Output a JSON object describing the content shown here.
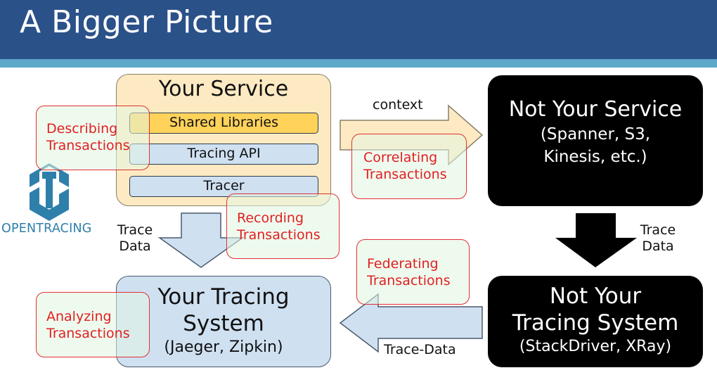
{
  "slide": {
    "title": "A Bigger Picture"
  },
  "your_service": {
    "title": "Your Service",
    "layers": [
      "Shared Libraries",
      "Tracing API",
      "Tracer"
    ]
  },
  "not_your_service": {
    "line1": "Not Your Service",
    "line2": "(Spanner, S3,",
    "line3": "Kinesis, etc.)"
  },
  "your_tracing_system": {
    "line1": "Your Tracing",
    "line2": "System",
    "line3": "(Jaeger, Zipkin)"
  },
  "not_your_tracing_system": {
    "line1": "Not Your",
    "line2": "Tracing System",
    "line3": "(StackDriver, XRay)"
  },
  "labels": {
    "context": "context",
    "trace_data_left_1": "Trace",
    "trace_data_left_2": "Data",
    "trace_data_right_1": "Trace",
    "trace_data_right_2": "Data",
    "trace_data_bottom": "Trace-Data"
  },
  "annotations": {
    "describing": [
      "Describing",
      "Transactions"
    ],
    "correlating": [
      "Correlating",
      "Transactions"
    ],
    "recording": [
      "Recording",
      "Transactions"
    ],
    "federating": [
      "Federating",
      "Transactions"
    ],
    "analyzing": [
      "Analyzing",
      "Transactions"
    ]
  },
  "logo": {
    "text": "OPENTRACING",
    "icon": "opentracing-logo-icon"
  },
  "colors": {
    "header": "#2b5189",
    "header_strip": "#5da8c9",
    "service_fill": "#fdeac2",
    "shared_libs": "#ffd35a",
    "light_blue": "#cfe0f1",
    "annotation_red": "#e02020",
    "logo_blue": "#2f7fab"
  }
}
